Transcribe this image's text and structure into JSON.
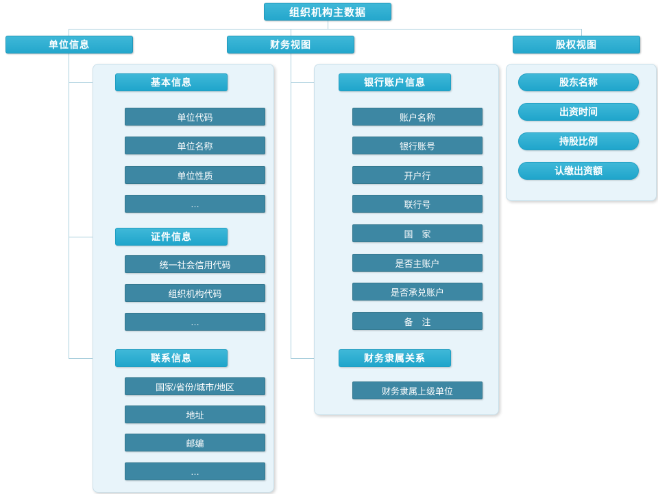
{
  "diagram": {
    "title": "组织机构主数据",
    "views": [
      {
        "label": "单位信息"
      },
      {
        "label": "财务视图"
      },
      {
        "label": "股权视图"
      }
    ],
    "unit_info": {
      "sections": [
        {
          "header": "基本信息",
          "fields": [
            "单位代码",
            "单位名称",
            "单位性质",
            "…"
          ]
        },
        {
          "header": "证件信息",
          "fields": [
            "统一社会信用代码",
            "组织机构代码",
            "…"
          ]
        },
        {
          "header": "联系信息",
          "fields": [
            "国家/省份/城市/地区",
            "地址",
            "邮编",
            "…"
          ]
        }
      ]
    },
    "finance_view": {
      "sections": [
        {
          "header": "银行账户信息",
          "fields": [
            "账户名称",
            "银行账号",
            "开户行",
            "联行号",
            "国　家",
            "是否主账户",
            "是否承兑账户",
            "备　注"
          ]
        },
        {
          "header": "财务隶属关系",
          "fields": [
            "财务隶属上级单位"
          ]
        }
      ]
    },
    "equity_view": {
      "fields": [
        "股东名称",
        "出资时间",
        "持股比例",
        "认缴出资额"
      ]
    },
    "colors": {
      "accent": "#24a7cc",
      "field": "#3d87a3",
      "panel": "#e8f4fa",
      "connector": "#a9cfdd"
    }
  }
}
